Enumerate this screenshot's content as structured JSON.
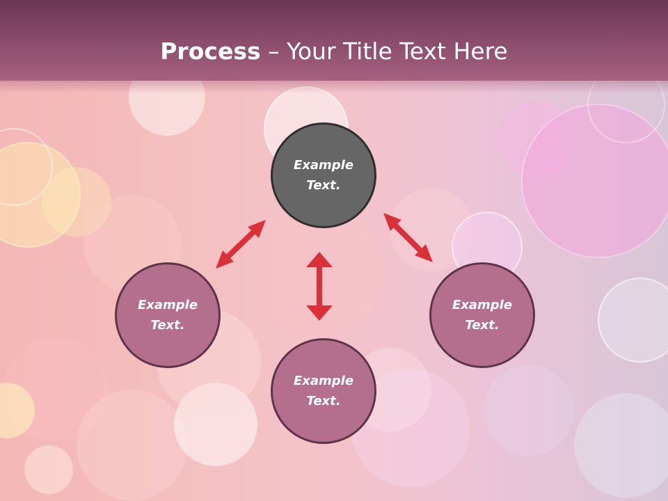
{
  "title": {
    "bold": "Process",
    "separator": " – ",
    "rest": "Your Title Text Here"
  },
  "nodes": {
    "top": {
      "line1": "Example",
      "line2": "Text."
    },
    "left": {
      "line1": "Example",
      "line2": "Text."
    },
    "right": {
      "line1": "Example",
      "line2": "Text."
    },
    "bottom": {
      "line1": "Example",
      "line2": "Text."
    }
  },
  "colors": {
    "title_bar": "#8a4c6b",
    "center_node": "#666666",
    "outer_node": "#b46f8c",
    "arrow": "#d9303a"
  },
  "arrow_links": [
    "top-left",
    "top-bottom",
    "top-right"
  ]
}
